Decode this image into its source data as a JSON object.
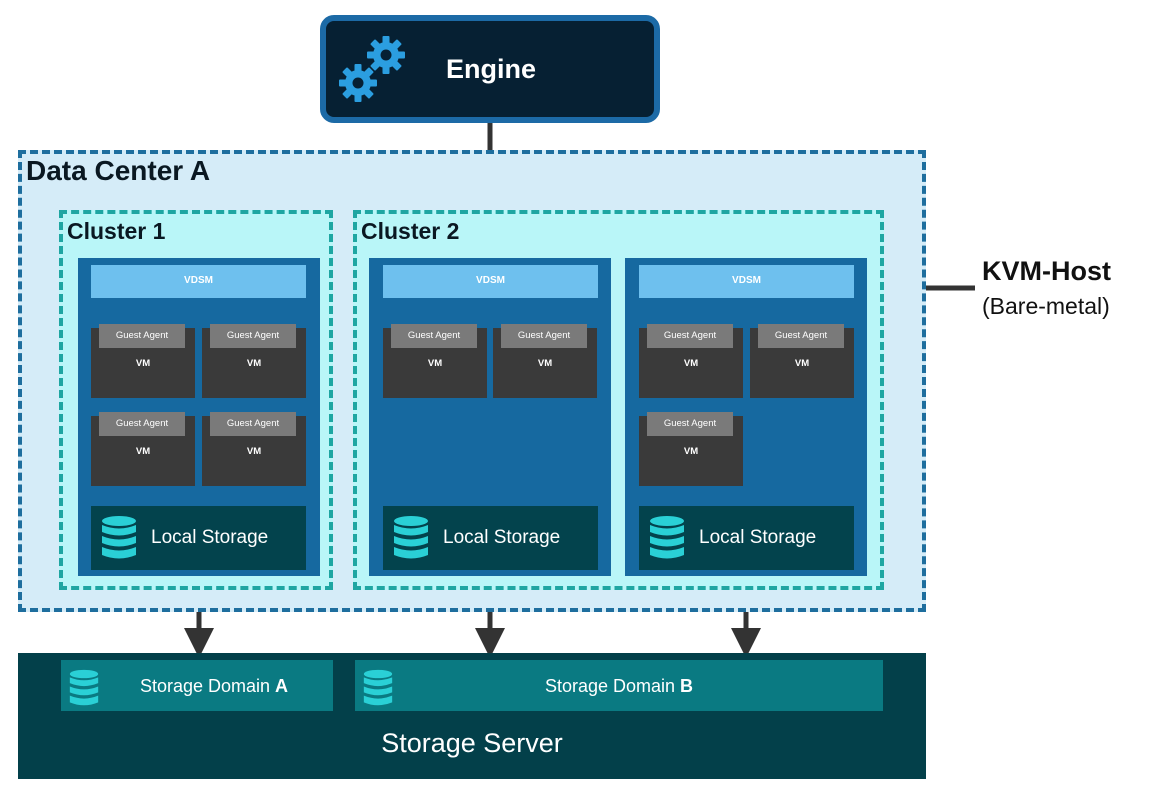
{
  "engine": {
    "label": "Engine",
    "icon": "gears-icon"
  },
  "data_center": {
    "title": "Data Center A"
  },
  "clusters": [
    {
      "title": "Cluster 1",
      "hosts": [
        {
          "vdsm": "VDSM",
          "vms": [
            {
              "agent": "Guest Agent",
              "label": "VM"
            },
            {
              "agent": "Guest Agent",
              "label": "VM"
            },
            {
              "agent": "Guest Agent",
              "label": "VM"
            },
            {
              "agent": "Guest Agent",
              "label": "VM"
            }
          ],
          "storage": "Local Storage"
        }
      ]
    },
    {
      "title": "Cluster 2",
      "hosts": [
        {
          "vdsm": "VDSM",
          "vms": [
            {
              "agent": "Guest Agent",
              "label": "VM"
            },
            {
              "agent": "Guest Agent",
              "label": "VM"
            }
          ],
          "storage": "Local Storage"
        },
        {
          "vdsm": "VDSM",
          "vms": [
            {
              "agent": "Guest Agent",
              "label": "VM"
            },
            {
              "agent": "Guest Agent",
              "label": "VM"
            },
            {
              "agent": "Guest Agent",
              "label": "VM"
            }
          ],
          "storage": "Local Storage"
        }
      ]
    }
  ],
  "kvm_host": {
    "title": "KVM-Host",
    "subtitle": "(Bare-metal)"
  },
  "storage_server": {
    "title": "Storage Server",
    "domains": [
      {
        "label": "Storage Domain",
        "suffix": "A"
      },
      {
        "label": "Storage Domain",
        "suffix": "B"
      }
    ]
  },
  "colors": {
    "engine_bg": "#062033",
    "engine_border": "#1c6aa6",
    "gear": "#2b9ee0",
    "data_center_bg": "#d5ecf8",
    "cluster_bg": "#b9f6f8",
    "host_bg": "#1669a0",
    "vdsm_bg": "#6ec0ee",
    "vm_bg": "#3a3a3a",
    "guest_agent_bg": "#7a7a7a",
    "local_storage_bg": "#03434d",
    "storage_server_bg": "#03404a",
    "storage_domain_bg": "#0a7a82",
    "db_icon": "#2ad0d6",
    "arrow": "#333333"
  }
}
